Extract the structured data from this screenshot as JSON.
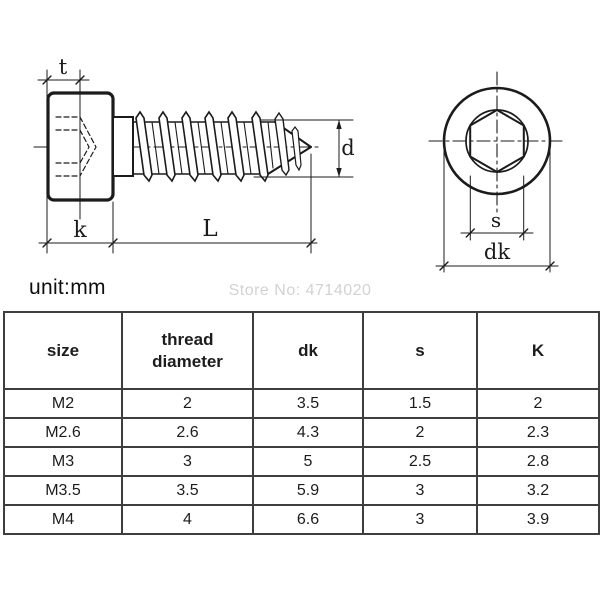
{
  "unit_label": "unit:mm",
  "watermark": "Store No: 4714020",
  "drawing": {
    "side_view": {
      "labels": {
        "t": "t",
        "d": "d",
        "k": "k",
        "L": "L"
      }
    },
    "front_view": {
      "labels": {
        "s": "s",
        "dk": "dk"
      }
    },
    "line_color": "#1b1b1b"
  },
  "table": {
    "headers": [
      "size",
      "thread diameter",
      "dk",
      "s",
      "K"
    ],
    "rows": [
      [
        "M2",
        "2",
        "3.5",
        "1.5",
        "2"
      ],
      [
        "M2.6",
        "2.6",
        "4.3",
        "2",
        "2.3"
      ],
      [
        "M3",
        "3",
        "5",
        "2.5",
        "2.8"
      ],
      [
        "M3.5",
        "3.5",
        "5.9",
        "3",
        "3.2"
      ],
      [
        "M4",
        "4",
        "6.6",
        "3",
        "3.9"
      ]
    ]
  }
}
